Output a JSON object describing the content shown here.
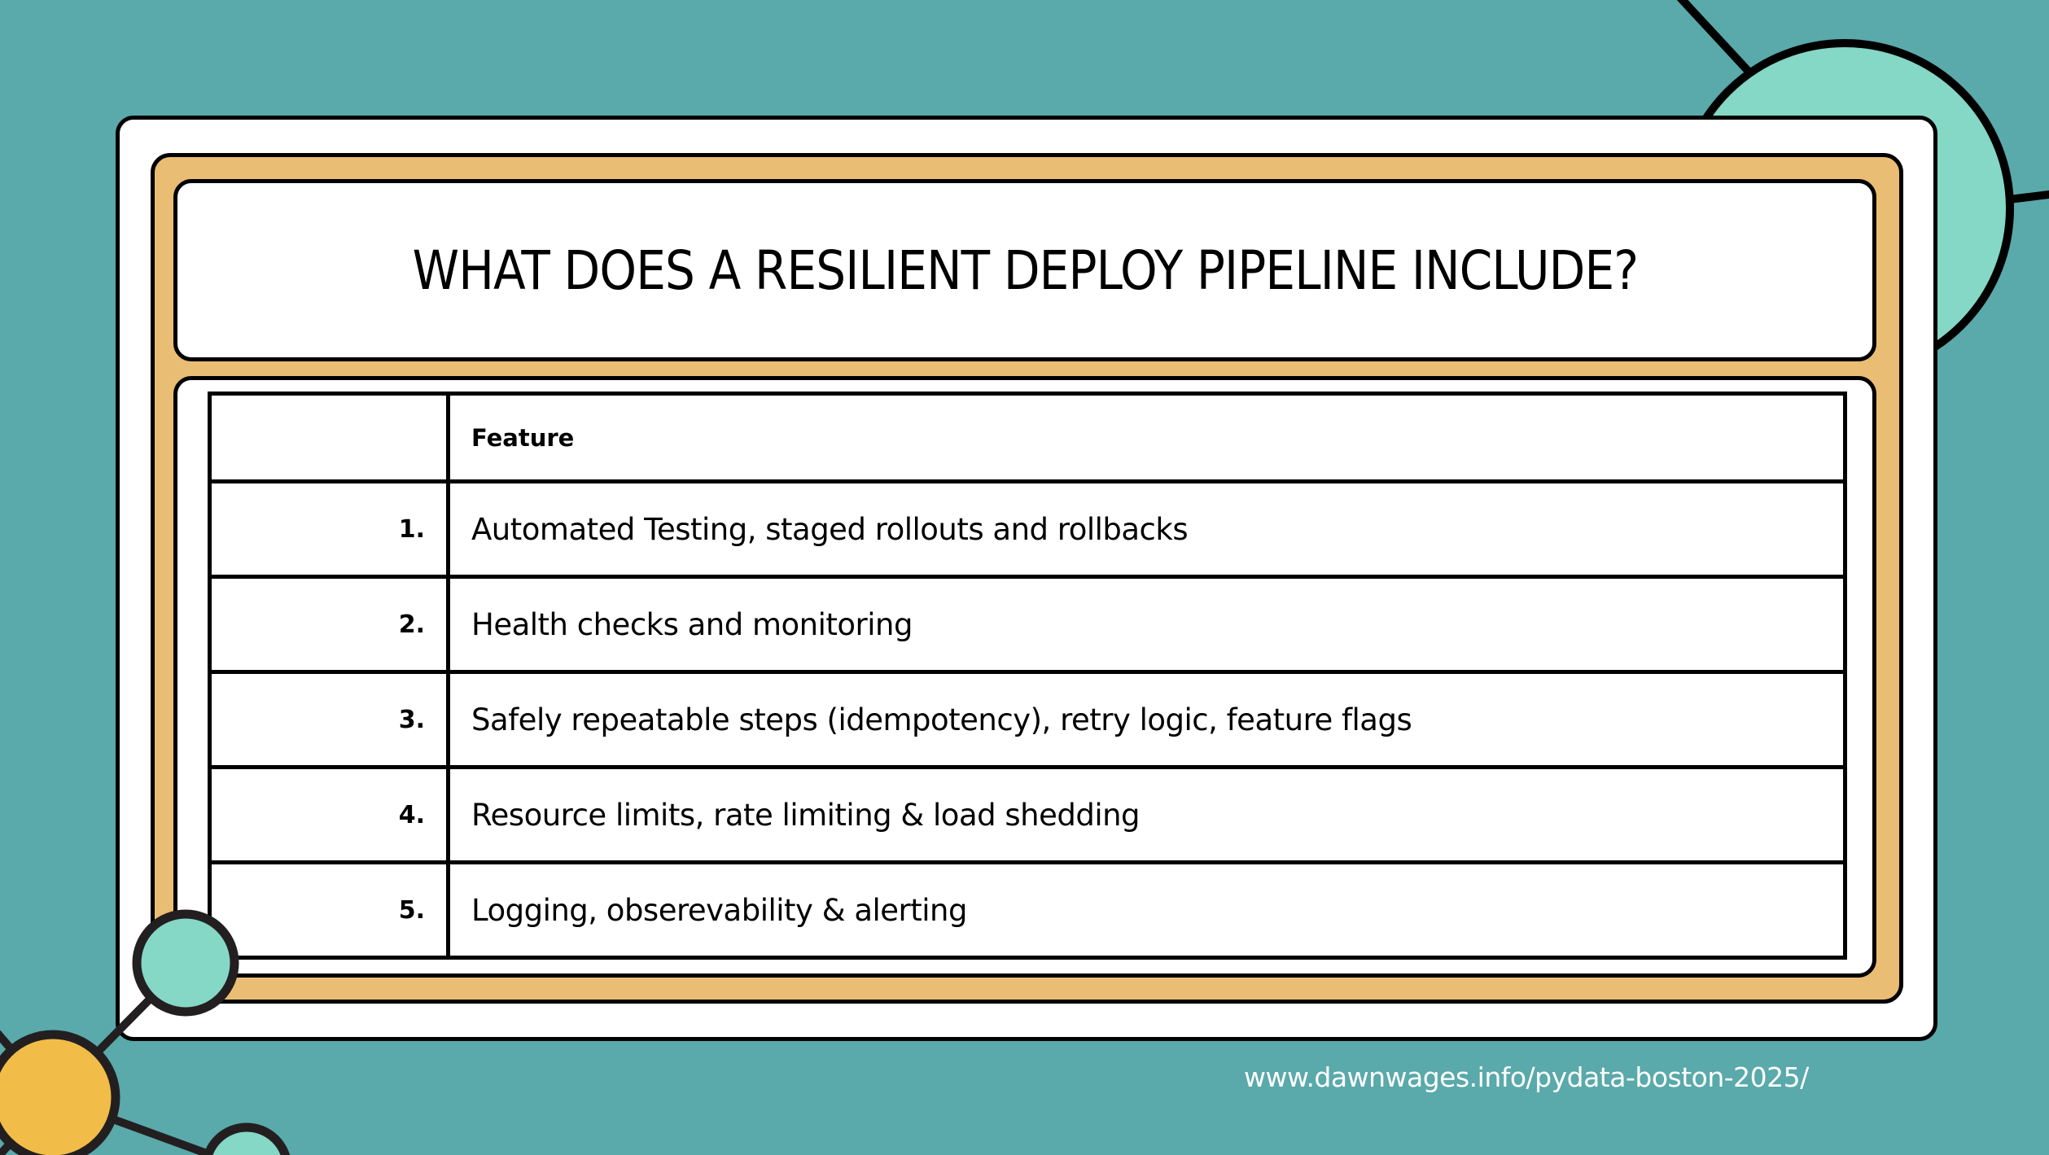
{
  "slide": {
    "title": "WHAT DOES A RESILIENT DEPLOY PIPELINE INCLUDE?",
    "table": {
      "headers": [
        "",
        "Feature"
      ],
      "rows": [
        {
          "num": "1.",
          "feature": "Automated Testing, staged rollouts and rollbacks"
        },
        {
          "num": "2.",
          "feature": "Health checks and monitoring"
        },
        {
          "num": "3.",
          "feature": "Safely repeatable steps (idempotency), retry logic, feature flags"
        },
        {
          "num": "4.",
          "feature": "Resource limits, rate limiting & load shedding"
        },
        {
          "num": "5.",
          "feature": "Logging, obserevability & alerting"
        }
      ]
    },
    "footer_url": "www.dawnwages.info/pydata-boston-2025/"
  },
  "colors": {
    "background": "#5aa9ab",
    "frame_orange": "#eabd74",
    "circle_mint": "#85d7c6",
    "circle_yellow": "#f1bd48",
    "outline": "#000000",
    "card": "#ffffff"
  },
  "decorations": [
    "network-node-circles-top-right",
    "network-node-circles-bottom-left"
  ]
}
